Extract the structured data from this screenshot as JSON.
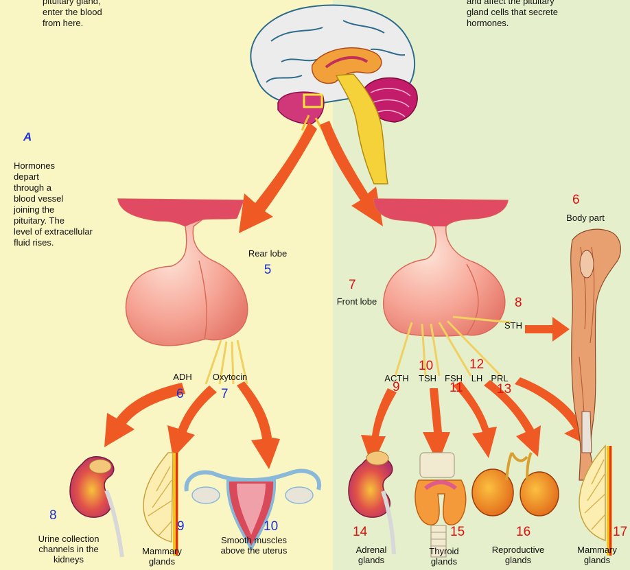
{
  "colors": {
    "left_bg": "#faf6c4",
    "right_bg": "#e6efcb",
    "arrow": "#ef5a24",
    "blue_num": "#1d2fd1",
    "red_num": "#e01010"
  },
  "top_left_text": [
    "pituitary gland,",
    "enter the blood",
    "from here."
  ],
  "top_right_text": [
    "and affect the pituitary",
    "gland cells that secrete",
    "hormones."
  ],
  "section_a": {
    "letter": "A",
    "text": [
      "Hormones",
      "depart",
      "through a",
      "blood vessel",
      "joining the",
      "pituitary. The",
      "level of extracellular",
      "fluid rises."
    ]
  },
  "rear_lobe": {
    "label": "Rear lobe",
    "number": "5"
  },
  "front_lobe": {
    "label": "Front lobe",
    "number": "7"
  },
  "body_part": {
    "number": "6",
    "label": "Body part"
  },
  "sth": {
    "number": "8",
    "label": "STH"
  },
  "rear_hormones": [
    {
      "label": "ADH",
      "number": "6"
    },
    {
      "label": "Oxytocin",
      "number": "7"
    }
  ],
  "front_hormones": [
    {
      "label": "ACTH",
      "number": "9"
    },
    {
      "label": "TSH",
      "number": "10"
    },
    {
      "label": "FSH",
      "number": "11"
    },
    {
      "label": "LH",
      "number": "12"
    },
    {
      "label": "PRL",
      "number": "13"
    }
  ],
  "targets": [
    {
      "number": "8",
      "label": [
        "Urine collection",
        "channels in the",
        "kidneys"
      ]
    },
    {
      "number": "9",
      "label": [
        "Mammary",
        "glands"
      ]
    },
    {
      "number": "10",
      "label": [
        "Smooth muscles",
        "above the uterus"
      ]
    },
    {
      "number": "14",
      "label": [
        "Adrenal",
        "glands"
      ]
    },
    {
      "number": "15",
      "label": [
        "Thyroid",
        "glands"
      ]
    },
    {
      "number": "16",
      "label": [
        "Reproductive",
        "glands"
      ]
    },
    {
      "number": "17",
      "label": [
        "Mammary",
        "glands"
      ]
    }
  ]
}
